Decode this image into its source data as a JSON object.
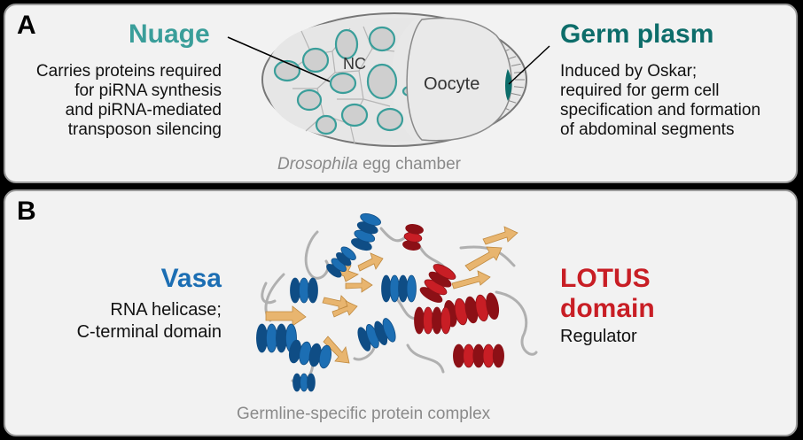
{
  "panelA": {
    "label": "A",
    "nuage": {
      "title": "Nuage",
      "lines": [
        "Carries proteins required",
        "for piRNA synthesis",
        "and piRNA-mediated",
        "transposon silencing"
      ]
    },
    "germ_plasm": {
      "title": "Germ plasm",
      "lines": [
        "Induced by Oskar;",
        "required for germ cell",
        "specification and formation",
        "of abdominal segments"
      ]
    },
    "diagram": {
      "nc_label": "NC",
      "oocyte_label": "Oocyte"
    },
    "caption": {
      "italic": "Drosophila",
      "rest": " egg chamber"
    }
  },
  "panelB": {
    "label": "B",
    "vasa": {
      "title": "Vasa",
      "lines": [
        "RNA helicase;",
        "C-terminal domain"
      ]
    },
    "lotus": {
      "title_line1": "LOTUS",
      "title_line2": "domain",
      "subtitle": "Regulator"
    },
    "caption": "Germline-specific protein complex"
  },
  "colors": {
    "teal_light": "#3a9e9a",
    "teal_dark": "#0d6d6a",
    "vasa_blue": "#1c6eb3",
    "lotus_red": "#c81e25",
    "strand_tan": "#e8b56f",
    "panel_bg": "#f2f2f2"
  }
}
